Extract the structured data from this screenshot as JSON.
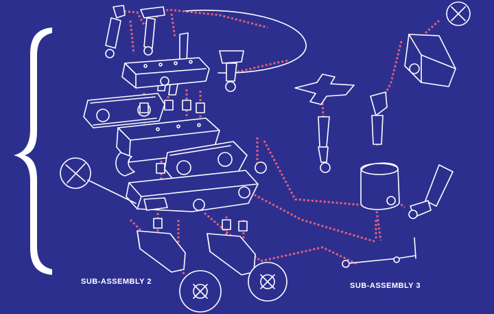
{
  "labels": {
    "sub_assembly_2": "SUB-ASSEMBLY 2",
    "sub_assembly_3": "SUB-ASSEMBLY 3"
  },
  "colors": {
    "background": "#2d2f8f",
    "line": "#ffffff",
    "connector": "#e2607a"
  },
  "icons": {
    "brace": "left-curly-brace",
    "wheel": "cross-hub-wheel"
  }
}
